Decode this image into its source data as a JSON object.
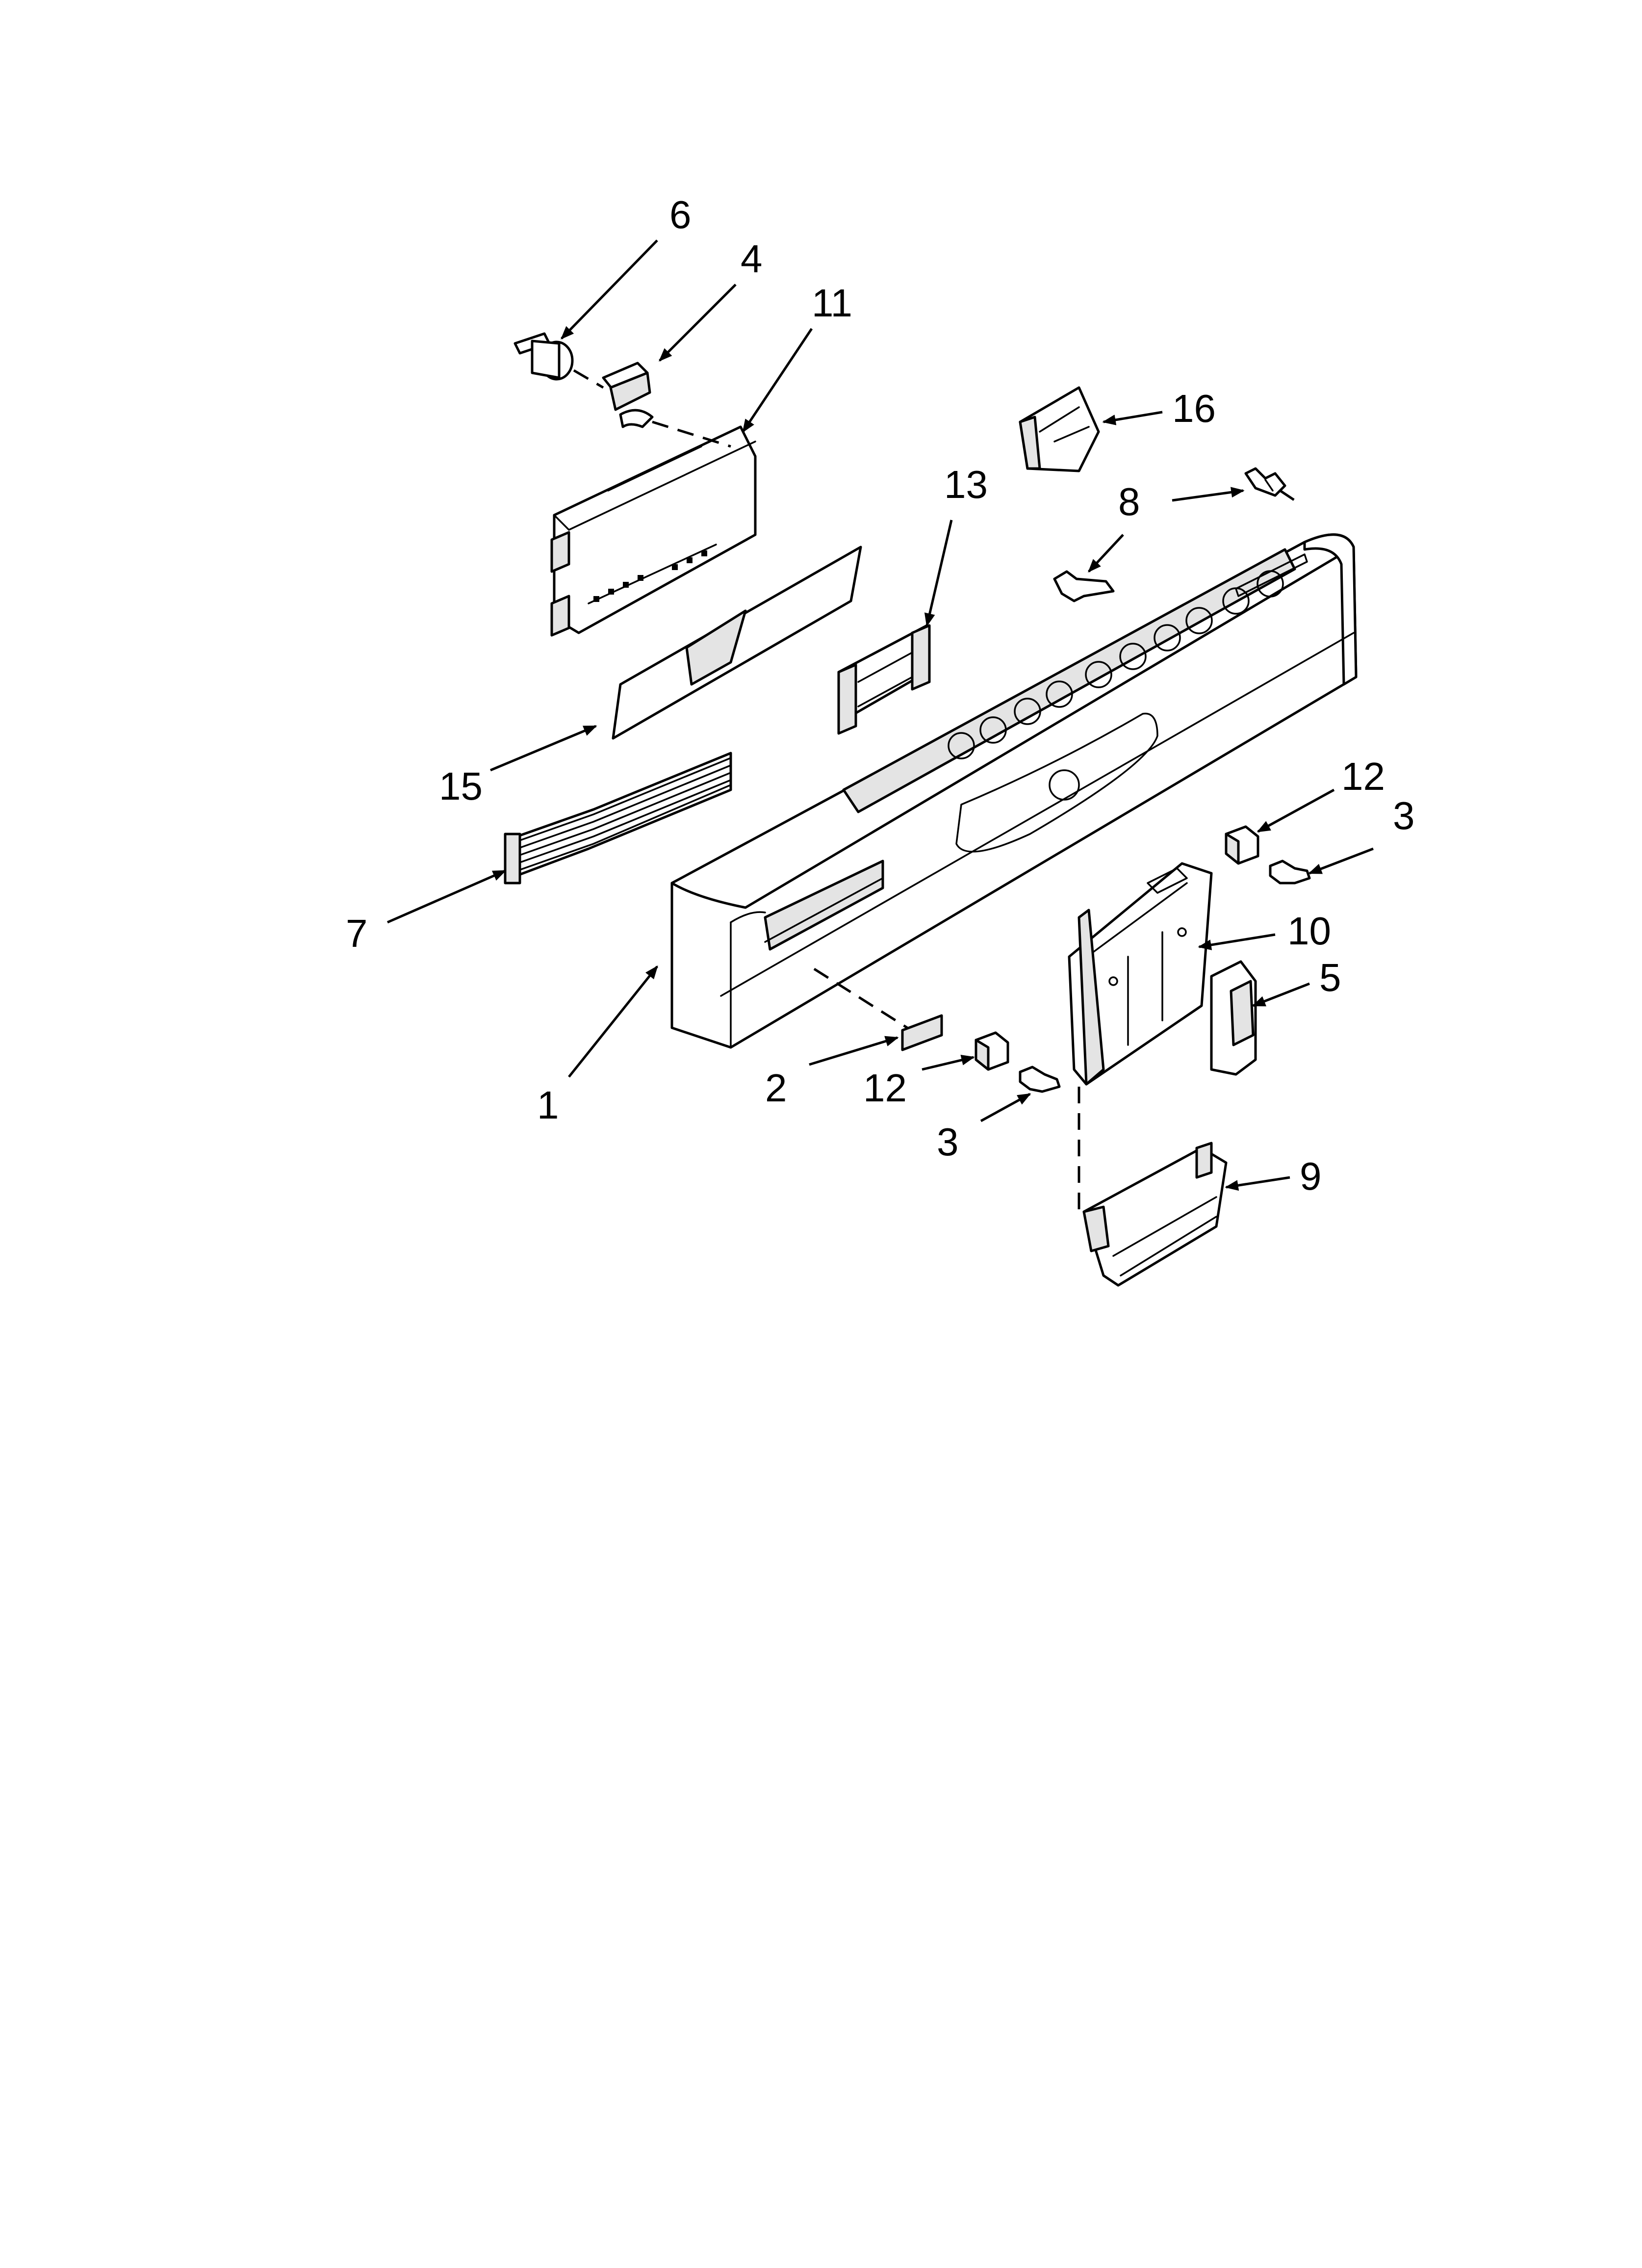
{
  "callouts": {
    "c1": "1",
    "c2": "2",
    "c3a": "3",
    "c3b": "3",
    "c4": "4",
    "c5": "5",
    "c6": "6",
    "c7": "7",
    "c8": "8",
    "c9": "9",
    "c10": "10",
    "c11": "11",
    "c12a": "12",
    "c12b": "12",
    "c13": "13",
    "c15": "15",
    "c16": "16"
  }
}
